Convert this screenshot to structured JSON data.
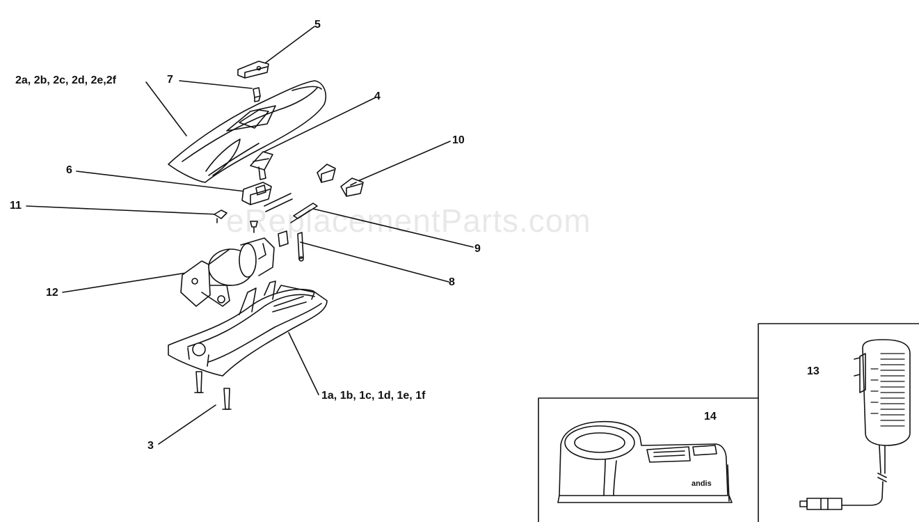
{
  "watermark": "eReplacementParts.com",
  "callouts": [
    {
      "id": "5",
      "text": "5"
    },
    {
      "id": "7",
      "text": "7"
    },
    {
      "id": "2",
      "text": "2a, 2b, 2c, 2d, 2e,2f"
    },
    {
      "id": "4",
      "text": "4"
    },
    {
      "id": "10",
      "text": "10"
    },
    {
      "id": "6",
      "text": "6"
    },
    {
      "id": "11",
      "text": "11"
    },
    {
      "id": "9",
      "text": "9"
    },
    {
      "id": "8",
      "text": "8"
    },
    {
      "id": "12",
      "text": "12"
    },
    {
      "id": "1",
      "text": "1a, 1b, 1c, 1d, 1e, 1f"
    },
    {
      "id": "3",
      "text": "3"
    },
    {
      "id": "13",
      "text": "13"
    },
    {
      "id": "14",
      "text": "14"
    }
  ],
  "charger_brand": "andis",
  "colors": {
    "ink": "#111111",
    "background": "#ffffff"
  }
}
